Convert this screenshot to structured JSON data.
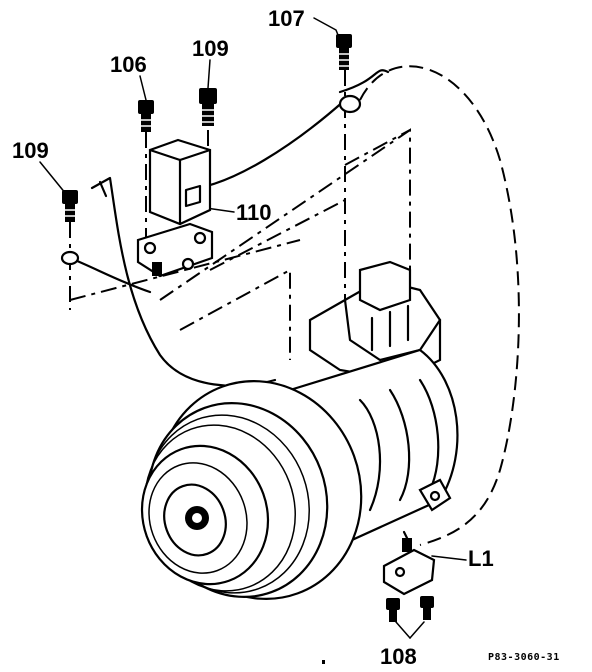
{
  "callouts": {
    "c107": "107",
    "c106": "106",
    "c109_top": "109",
    "c109_left": "109",
    "c110": "110",
    "cL1": "L1",
    "c108": "108"
  },
  "reference_code": "P83-3060-31"
}
